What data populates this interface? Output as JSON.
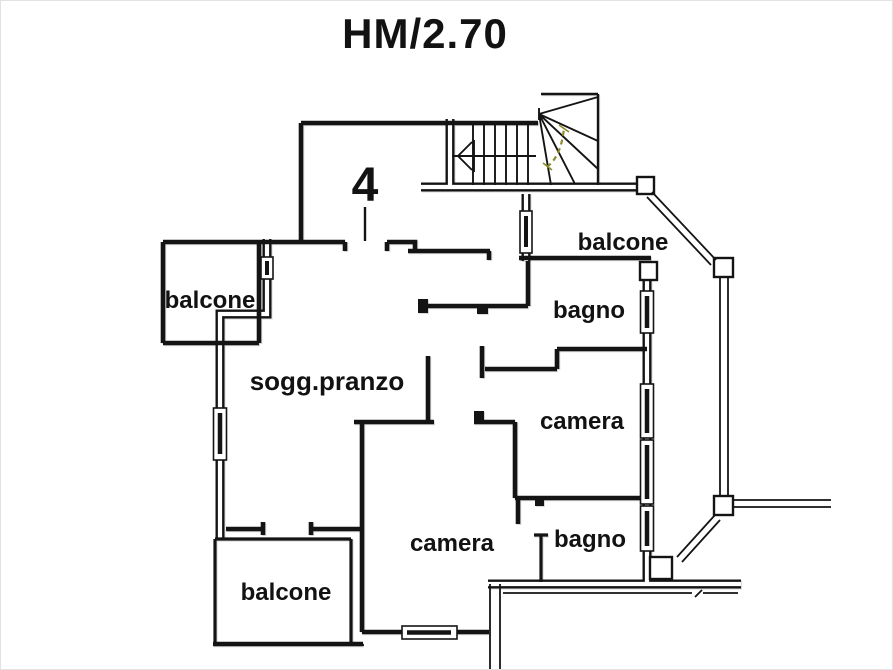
{
  "title": "HM/2.70",
  "unit_number": "4",
  "rooms": [
    {
      "id": "balcone-top-right",
      "label": "balcone"
    },
    {
      "id": "bagno-upper",
      "label": "bagno"
    },
    {
      "id": "camera-right",
      "label": "camera"
    },
    {
      "id": "camera-bottom",
      "label": "camera"
    },
    {
      "id": "bagno-lower",
      "label": "bagno"
    },
    {
      "id": "soggiorno-pranzo",
      "label": "sogg.pranzo"
    },
    {
      "id": "balcone-left",
      "label": "balcone"
    },
    {
      "id": "balcone-bottom",
      "label": "balcone"
    }
  ],
  "colors": {
    "walls": "#141414",
    "background": "#ffffff",
    "stair_walk_line": "#8b8b2e"
  }
}
